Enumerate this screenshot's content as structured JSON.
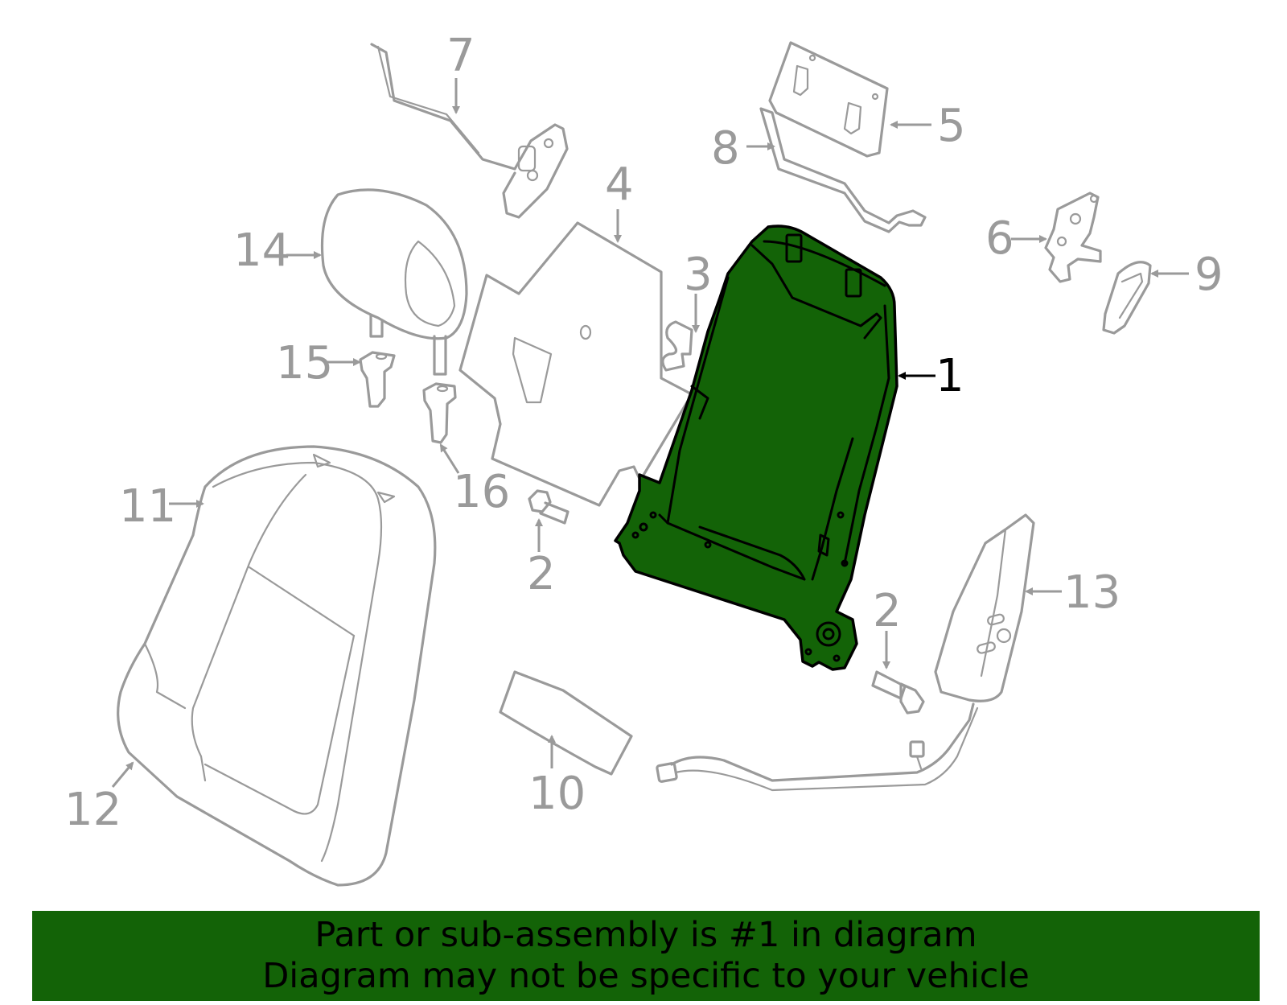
{
  "callouts": {
    "c1": "1",
    "c2a": "2",
    "c2b": "2",
    "c3": "3",
    "c4": "4",
    "c5": "5",
    "c6": "6",
    "c7": "7",
    "c8": "8",
    "c9": "9",
    "c10": "10",
    "c11": "11",
    "c12": "12",
    "c13": "13",
    "c14": "14",
    "c15": "15",
    "c16": "16"
  },
  "highlight_color": "#136307",
  "banner": {
    "line1": "Part or sub-assembly is #1 in diagram",
    "line2": "Diagram may not be specific to your vehicle"
  }
}
